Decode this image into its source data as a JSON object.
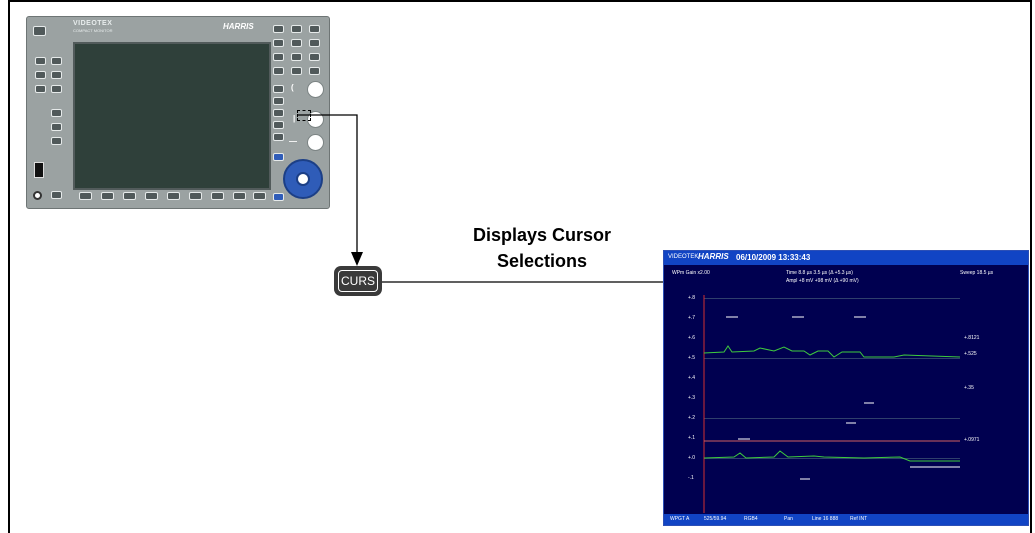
{
  "caption": {
    "line1": "Displays Cursor",
    "line2": "Selections"
  },
  "curs_button": {
    "label": "CURS"
  },
  "device": {
    "logo": "VIDEOTEX",
    "subtitle": "COMPACT MONITOR",
    "brand": "HARRIS"
  },
  "display": {
    "vendor": "VIDEOTEK",
    "brand": "HARRIS",
    "datetime": "06/10/2009 13:33:43",
    "left_info": "WPm Gain x2.00",
    "time_info": "Time  8.8 µs  3.5 µs (Δ  +5.3 µs)",
    "level_info": "Ampl  +8 mV  +98 mV (Δ  +90 mV)",
    "sweep": "Sweep 18.5 µs",
    "y_labels": [
      "+.8",
      "+.7",
      "+.6",
      "+.5",
      "+.4",
      "+.3",
      "+.2",
      "+.1",
      "+.0",
      "-.1"
    ],
    "right_labels": [
      "+.8121",
      "+.525",
      "+.35",
      "+.0971"
    ],
    "footer": [
      "WPGT A",
      "525/59.94",
      "RGB4",
      "Pan",
      "Line 16 888",
      "Ref INT"
    ]
  },
  "colors": {
    "display_bg": "#000050",
    "header_blue": "#1144c4",
    "trace_green": "#3ecb3e",
    "device_gray": "#9ba2a2"
  }
}
